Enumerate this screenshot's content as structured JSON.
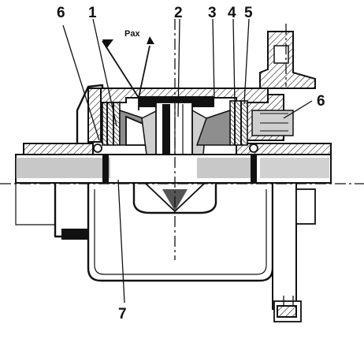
{
  "callouts": {
    "c1": "1",
    "c2": "2",
    "c3": "3",
    "c4": "4",
    "c5": "5",
    "c6_left": "6",
    "c6_right": "6",
    "c7": "7"
  },
  "force_label": "Pax"
}
